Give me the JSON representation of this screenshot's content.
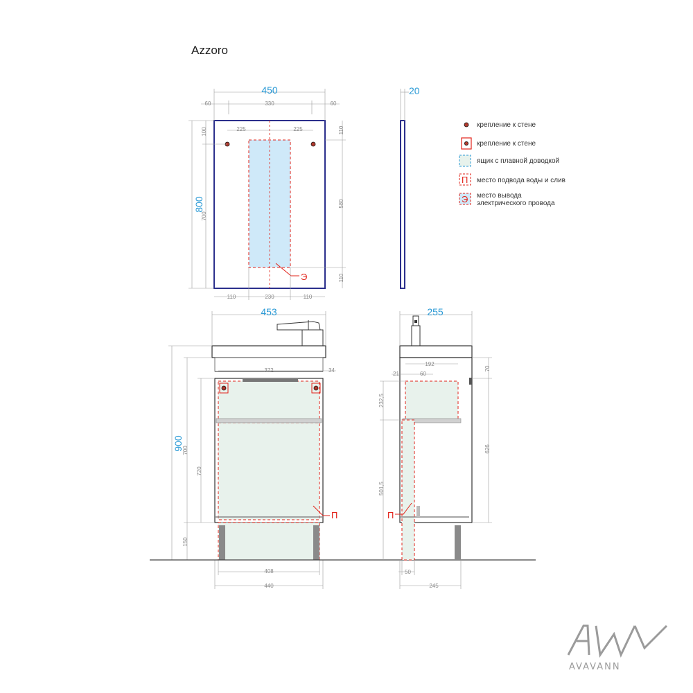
{
  "title": "Azzoro",
  "mirror": {
    "width": "450",
    "height": "800",
    "depth": "20",
    "top_60_left": "60",
    "top_330": "330",
    "top_60_right": "60",
    "inner_225_left": "225",
    "inner_225_right": "225",
    "left_100": "100",
    "left_700": "700",
    "right_110_top": "110",
    "right_580": "580",
    "right_110_bottom": "110",
    "bottom_110_left": "110",
    "bottom_230": "230",
    "bottom_110_right": "110",
    "marker_e": "Э"
  },
  "cabinet_front": {
    "width": "453",
    "height": "900",
    "drawer_372": "372",
    "side_34": "34",
    "left_700": "700",
    "left_720": "720",
    "left_150": "150",
    "bottom_408": "408",
    "bottom_440": "440",
    "marker_p": "П"
  },
  "cabinet_side": {
    "depth": "255",
    "top_192": "192",
    "top_21": "21",
    "top_60": "60",
    "right_70": "70",
    "right_626": "626",
    "left_232_5": "232,5",
    "left_501_5": "501,5",
    "bottom_50": "50",
    "bottom_245": "245",
    "marker_p": "П"
  },
  "legend": [
    {
      "icon": "wall-mount-dot-icon",
      "label": "крепление к стене"
    },
    {
      "icon": "wall-mount-box-icon",
      "label": "крепление к стене"
    },
    {
      "icon": "soft-close-drawer-icon",
      "label": "ящик с плавной доводкой"
    },
    {
      "icon": "water-supply-icon",
      "label": "место подвода воды и слив",
      "mark": "П"
    },
    {
      "icon": "electric-outlet-icon",
      "label_line1": "место вывода",
      "label_line2": "электрического провода",
      "mark": "Э"
    }
  ],
  "logo": {
    "text": "AVAVANN"
  },
  "colors": {
    "dimension_blue": "#2a9ad6",
    "marker_red": "#e2231a",
    "mirror_outline": "#2b2f8c",
    "drawer_fill": "#e8f2ec",
    "electric_fill": "#cfe9f9"
  }
}
